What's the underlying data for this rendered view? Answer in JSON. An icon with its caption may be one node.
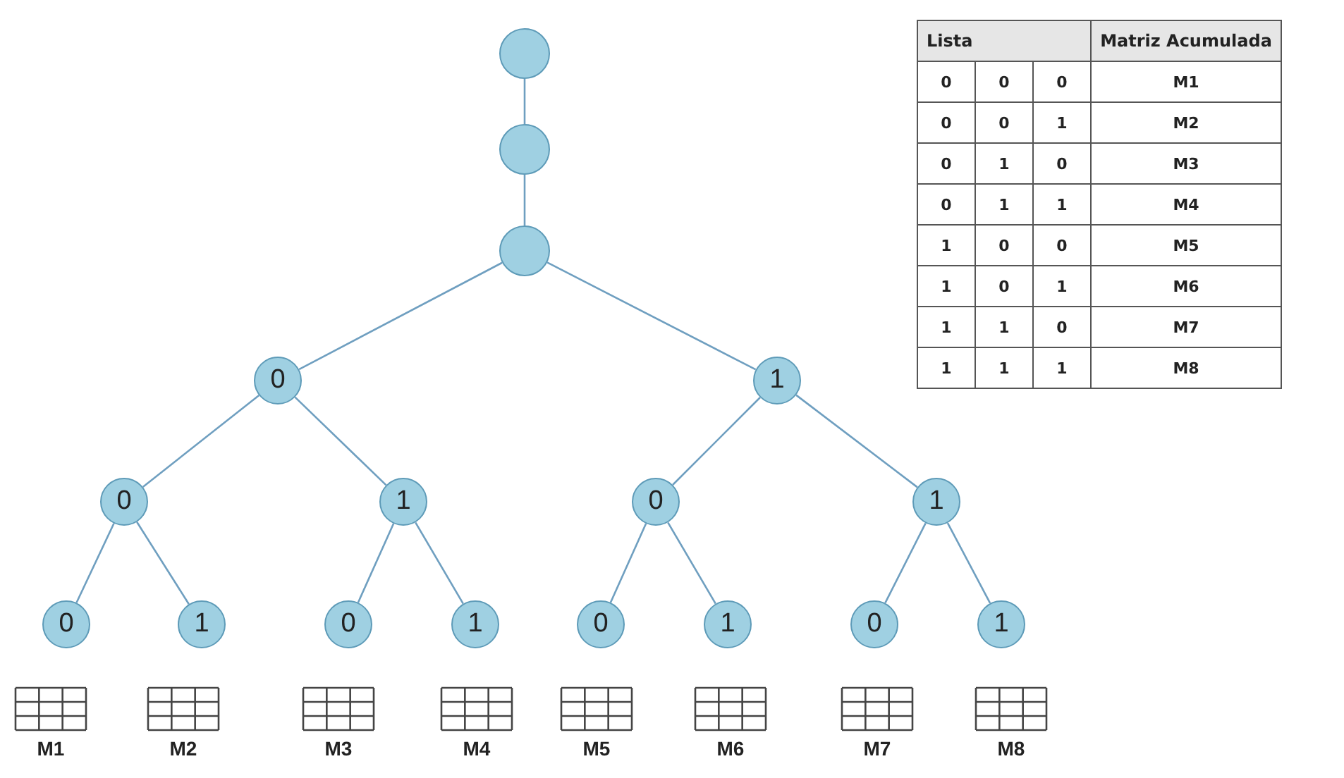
{
  "diagram": {
    "nodes": [
      {
        "text": [],
        "shape": "circle"
      },
      {
        "text": [],
        "shape": "circle"
      },
      {
        "text": [],
        "shape": "circle"
      },
      {
        "text": [
          "0"
        ]
      },
      {
        "text": [
          "1"
        ]
      },
      {
        "text": [
          "0"
        ]
      },
      {
        "text": [
          "1"
        ]
      },
      {
        "text": [
          "0"
        ]
      },
      {
        "text": [
          "1"
        ]
      },
      {
        "text": [
          "0"
        ]
      },
      {
        "text": [
          "1"
        ]
      },
      {
        "text": [
          "0"
        ]
      },
      {
        "text": [
          "1"
        ]
      },
      {
        "text": [
          "0"
        ]
      },
      {
        "text": [
          "1"
        ]
      },
      {
        "text": [
          "0"
        ]
      },
      {
        "text": [
          "1"
        ]
      },
      {
        "text": [
          "M1"
        ]
      },
      {
        "text": [
          "M2"
        ]
      },
      {
        "text": [
          "M3"
        ]
      },
      {
        "text": [
          "M4"
        ]
      },
      {
        "text": [
          "M5"
        ]
      },
      {
        "text": [
          "M6"
        ]
      },
      {
        "text": [
          "M7"
        ]
      },
      {
        "text": [
          "M8"
        ]
      }
    ],
    "edges": [
      {
        "from": 0,
        "to": 1,
        "arrow": "none"
      },
      {
        "from": 1,
        "to": 2,
        "arrow": "none"
      },
      {
        "from": 2,
        "to": 3,
        "arrow": "none"
      },
      {
        "from": 2,
        "to": 4,
        "arrow": "none"
      },
      {
        "from": 3,
        "to": 5,
        "arrow": "none"
      },
      {
        "from": 3,
        "to": 6,
        "arrow": "none"
      },
      {
        "from": 4,
        "to": 7,
        "arrow": "none"
      },
      {
        "from": 4,
        "to": 8,
        "arrow": "none"
      },
      {
        "from": 5,
        "to": 9,
        "arrow": "none"
      },
      {
        "from": 5,
        "to": 10,
        "arrow": "none"
      },
      {
        "from": 6,
        "to": 11,
        "arrow": "none"
      },
      {
        "from": 6,
        "to": 12,
        "arrow": "none"
      },
      {
        "from": 7,
        "to": 13,
        "arrow": "none"
      },
      {
        "from": 7,
        "to": 14,
        "arrow": "none"
      },
      {
        "from": 8,
        "to": 15,
        "arrow": "none"
      },
      {
        "from": 8,
        "to": 16,
        "arrow": "none"
      }
    ],
    "labels": [
      "Lista",
      "Matriz Acumulada",
      "0",
      "0",
      "0",
      "M1",
      "0",
      "0",
      "1",
      "M2",
      "0",
      "1",
      "0",
      "M3",
      "0",
      "1",
      "1",
      "M4",
      "1",
      "0",
      "0",
      "M5",
      "1",
      "0",
      "1",
      "M6",
      "1",
      "1",
      "0",
      "M7",
      "1",
      "1",
      "1",
      "M8"
    ]
  }
}
